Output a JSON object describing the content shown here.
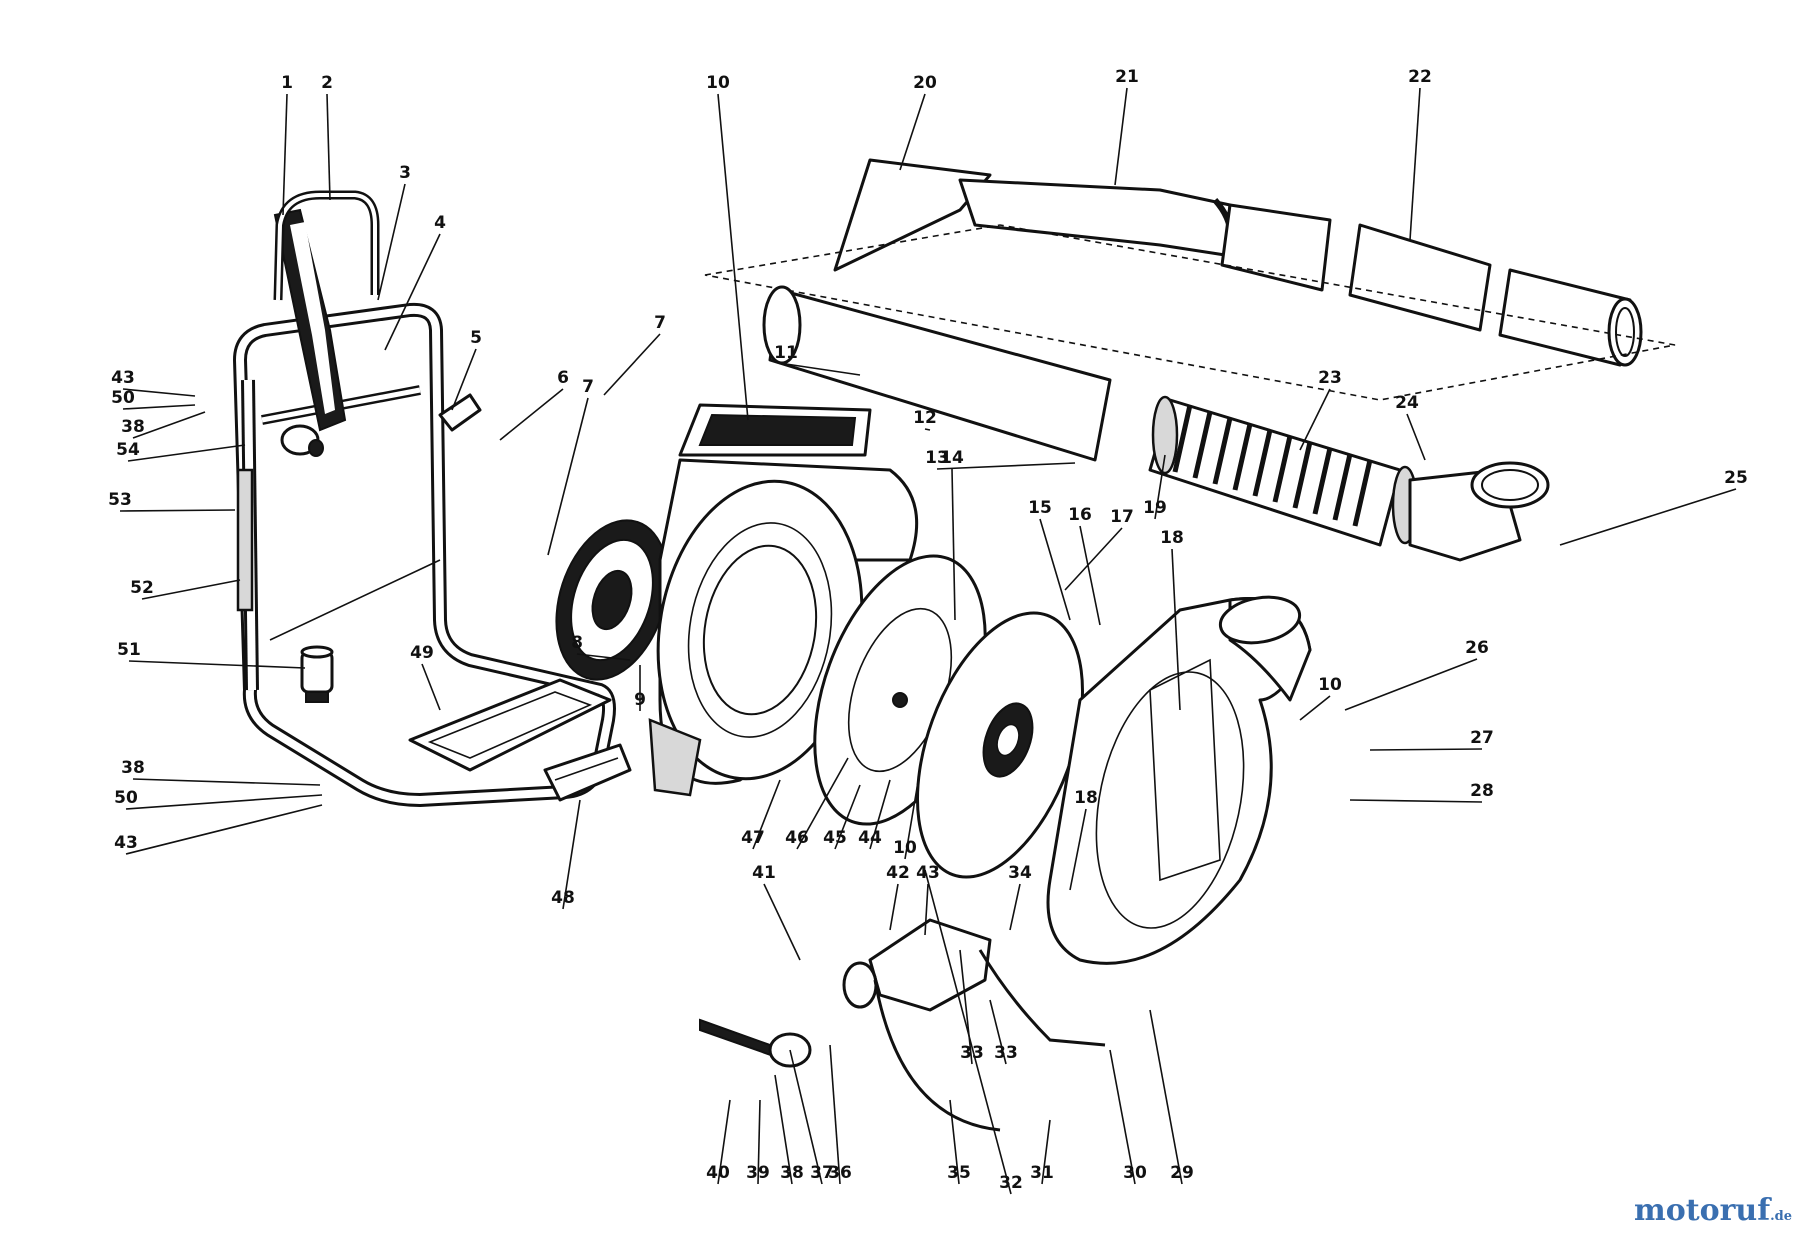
{
  "diagram": {
    "callouts": [
      "1",
      "2",
      "3",
      "4",
      "5",
      "6",
      "7",
      "7",
      "8",
      "9",
      "10",
      "10",
      "10",
      "11",
      "12",
      "13",
      "14",
      "15",
      "16",
      "17",
      "18",
      "18",
      "19",
      "20",
      "21",
      "22",
      "23",
      "24",
      "25",
      "26",
      "27",
      "28",
      "29",
      "30",
      "31",
      "32",
      "33",
      "33",
      "34",
      "35",
      "36",
      "37",
      "38",
      "38",
      "38",
      "39",
      "40",
      "41",
      "42",
      "43",
      "43",
      "43",
      "44",
      "45",
      "46",
      "47",
      "48",
      "49",
      "50",
      "50",
      "51",
      "52",
      "53",
      "54"
    ]
  },
  "watermark": {
    "brand_main": "motoruf",
    "brand_accent": "",
    "domain": ".de"
  },
  "colors": {
    "line": "#111111",
    "watermark_blue": "#3a6fb0",
    "watermark_orange": "#d9942b"
  }
}
